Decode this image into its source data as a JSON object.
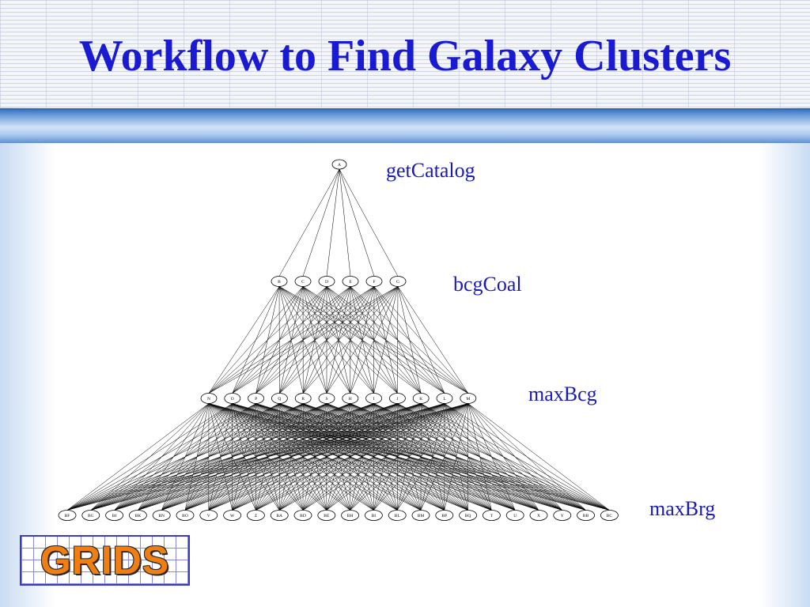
{
  "slide": {
    "title": "Workflow to Find Galaxy Clusters",
    "logo": "GRIDS"
  },
  "colors": {
    "title": "#1a1ad2",
    "labels": "#1a1ab4",
    "logo_fill": "#f07e10",
    "band": "#4a82cc"
  },
  "workflow": {
    "levels": [
      {
        "label": "getCatalog",
        "nodes": [
          "A"
        ]
      },
      {
        "label": "bcgCoal",
        "nodes": [
          "B",
          "C",
          "D",
          "E",
          "F",
          "G"
        ]
      },
      {
        "label": "maxBcg",
        "nodes": [
          "N",
          "O",
          "P",
          "Q",
          "R",
          "S",
          "H",
          "I",
          "J",
          "K",
          "L",
          "M"
        ]
      },
      {
        "label": "maxBrg",
        "nodes": [
          "BF",
          "BG",
          "BJ",
          "BK",
          "BN",
          "BO",
          "V",
          "W",
          "Z",
          "BA",
          "BD",
          "BE",
          "BH",
          "BI",
          "BL",
          "BM",
          "BP",
          "BQ",
          "T",
          "U",
          "X",
          "Y",
          "BB",
          "BC"
        ]
      }
    ]
  }
}
